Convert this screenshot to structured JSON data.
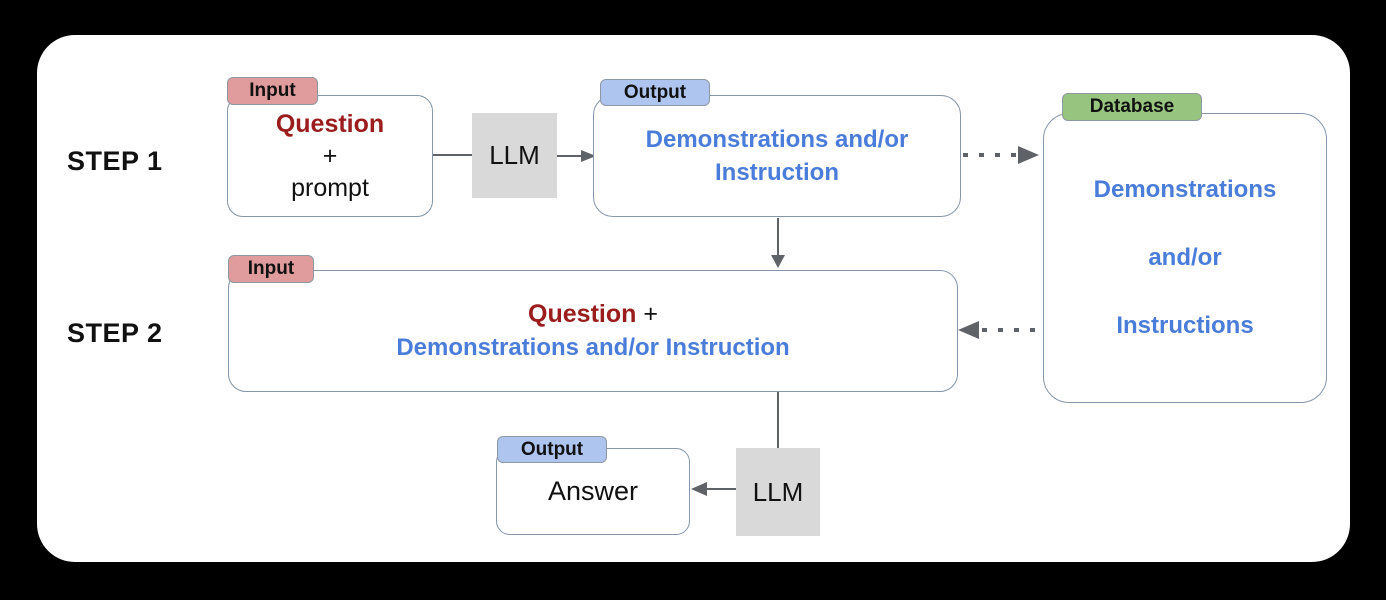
{
  "colors": {
    "input_tag": "#e09c9c",
    "output_tag": "#aec6ef",
    "database_tag": "#97c47f",
    "blue_text": "#4a7dd9",
    "red_text": "#9a1c1c",
    "llm_box": "#d9d9d9",
    "box_border": "#8496a9",
    "arrow": "#5f6368"
  },
  "step1": {
    "label": "STEP 1",
    "input_tag": "Input",
    "input_question": "Question",
    "input_plus": "+",
    "input_prompt": "prompt",
    "llm_label": "LLM",
    "output_tag": "Output",
    "output_text": "Demonstrations and/or Instruction"
  },
  "database": {
    "tag": "Database",
    "line1": "Demonstrations",
    "line2": "and/or",
    "line3": "Instructions"
  },
  "step2": {
    "label": "STEP 2",
    "input_tag": "Input",
    "input_question": "Question",
    "input_plus": "+",
    "input_line2": "Demonstrations and/or Instruction",
    "llm_label": "LLM",
    "output_tag": "Output",
    "output_text": "Answer"
  }
}
